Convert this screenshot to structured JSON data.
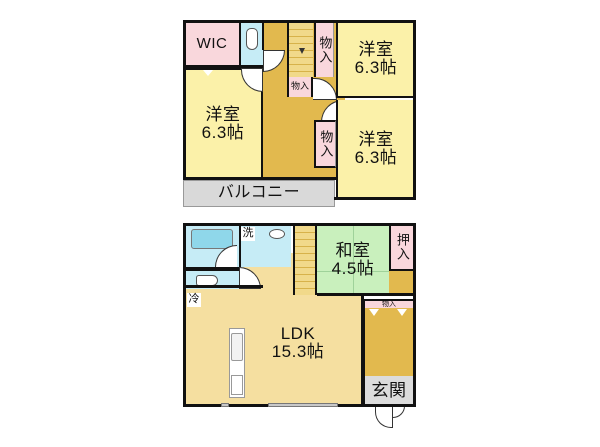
{
  "floor_plan": {
    "upper_floor": {
      "rooms": {
        "wic": {
          "label": "WIC",
          "color": "#f9d7dc"
        },
        "toilet": {
          "label": "",
          "color": "#c6ecf6"
        },
        "hall": {
          "label": "",
          "color": "#e2b94e"
        },
        "storage_top": {
          "label": "物入",
          "color": "#f9d7dc"
        },
        "storage_mid": {
          "label": "物入",
          "color": "#f9d7dc"
        },
        "storage_right": {
          "label": "物入",
          "color": "#f9d7dc"
        },
        "western_room_ne": {
          "label_1": "洋室",
          "label_2": "6.3帖",
          "color": "#fbf1a9"
        },
        "western_room_w": {
          "label_1": "洋室",
          "label_2": "6.3帖",
          "color": "#fbf1a9"
        },
        "western_room_se": {
          "label_1": "洋室",
          "label_2": "6.3帖",
          "color": "#fbf1a9"
        },
        "balcony": {
          "label": "バルコニー",
          "color": "#d9d9d9"
        }
      }
    },
    "lower_floor": {
      "rooms": {
        "bath": {
          "label": "",
          "color": "#c6ecf6"
        },
        "washroom": {
          "label": "洗",
          "color": "#c6ecf6"
        },
        "toilet": {
          "label": "",
          "color": "#c6ecf6"
        },
        "fridge": {
          "label": "冷"
        },
        "japanese_room": {
          "label_1": "和室",
          "label_2": "4.5帖",
          "color": "#c9f0bd"
        },
        "closet": {
          "label": "押入",
          "color": "#f9d7dc"
        },
        "ldk": {
          "label_1": "LDK",
          "label_2": "15.3帖",
          "color": "#f5dfa0"
        },
        "storage_small": {
          "label": "物入",
          "color": "#f9d7dc"
        },
        "hall": {
          "label": "",
          "color": "#e2b94e"
        },
        "entrance": {
          "label": "玄関",
          "color": "#dcdcdc"
        }
      }
    },
    "colors": {
      "wall": "#111111",
      "stairs": "#f1d98a",
      "western_room": "#fbf1a9",
      "storage": "#f9d7dc",
      "wet_area": "#c6ecf6",
      "hallway": "#e2b94e",
      "ldk": "#f5dfa0",
      "tatami": "#c9f0bd",
      "balcony": "#d9d9d9"
    }
  }
}
